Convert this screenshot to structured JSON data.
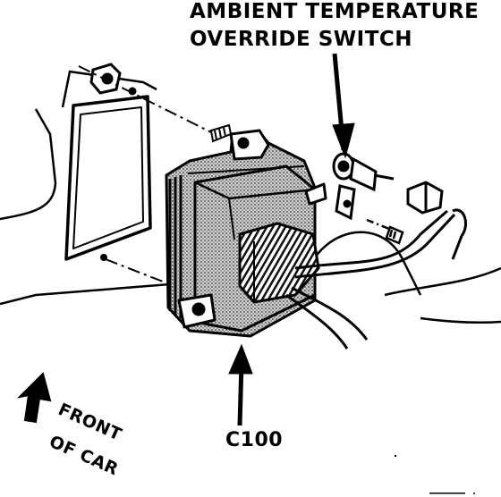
{
  "labels": {
    "switch_line1": "AMBIENT TEMPERATURE",
    "switch_line2": "OVERRIDE SWITCH",
    "connector": "C100",
    "front_line1": "FRONT",
    "front_line2": "OF CAR"
  },
  "colors": {
    "ink": "#000000",
    "paper": "#ffffff",
    "shade": "#7a7a7a"
  }
}
